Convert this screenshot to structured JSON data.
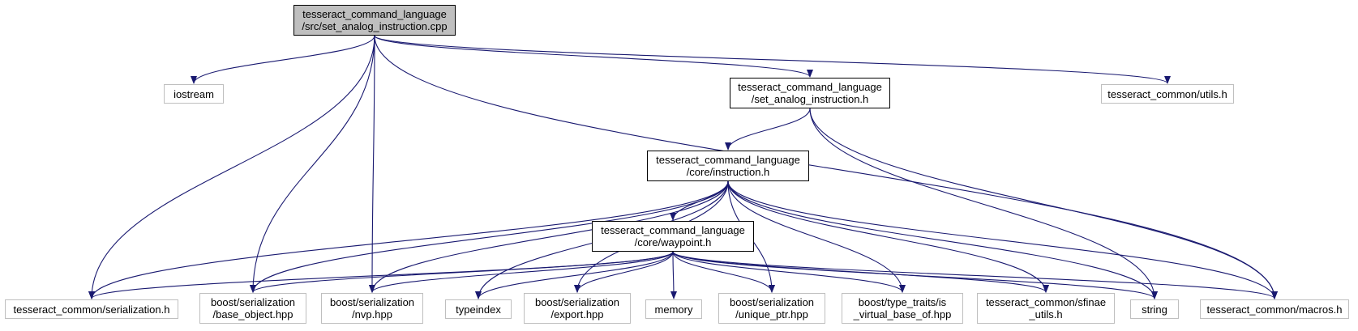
{
  "graph": {
    "edge_color": "#191970",
    "nodes": [
      {
        "id": "root",
        "lines": [
          "tesseract_command_language",
          "/src/set_analog_instruction.cpp"
        ],
        "style": "root"
      },
      {
        "id": "iostream",
        "lines": [
          "iostream"
        ],
        "style": "ext"
      },
      {
        "id": "set_analog_h",
        "lines": [
          "tesseract_command_language",
          "/set_analog_instruction.h"
        ],
        "style": "doc"
      },
      {
        "id": "utils_h",
        "lines": [
          "tesseract_common/utils.h"
        ],
        "style": "ext"
      },
      {
        "id": "instruction_h",
        "lines": [
          "tesseract_command_language",
          "/core/instruction.h"
        ],
        "style": "doc"
      },
      {
        "id": "waypoint_h",
        "lines": [
          "tesseract_command_language",
          "/core/waypoint.h"
        ],
        "style": "doc"
      },
      {
        "id": "serialization_h",
        "lines": [
          "tesseract_common/serialization.h"
        ],
        "style": "ext"
      },
      {
        "id": "base_object",
        "lines": [
          "boost/serialization",
          "/base_object.hpp"
        ],
        "style": "ext"
      },
      {
        "id": "nvp",
        "lines": [
          "boost/serialization",
          "/nvp.hpp"
        ],
        "style": "ext"
      },
      {
        "id": "typeindex",
        "lines": [
          "typeindex"
        ],
        "style": "ext"
      },
      {
        "id": "export",
        "lines": [
          "boost/serialization",
          "/export.hpp"
        ],
        "style": "ext"
      },
      {
        "id": "memory",
        "lines": [
          "memory"
        ],
        "style": "ext"
      },
      {
        "id": "unique_ptr",
        "lines": [
          "boost/serialization",
          "/unique_ptr.hpp"
        ],
        "style": "ext"
      },
      {
        "id": "virtual_base",
        "lines": [
          "boost/type_traits/is",
          "_virtual_base_of.hpp"
        ],
        "style": "ext"
      },
      {
        "id": "sfinae",
        "lines": [
          "tesseract_common/sfinae",
          "_utils.h"
        ],
        "style": "ext"
      },
      {
        "id": "string",
        "lines": [
          "string"
        ],
        "style": "ext"
      },
      {
        "id": "macros_h",
        "lines": [
          "tesseract_common/macros.h"
        ],
        "style": "ext"
      }
    ],
    "edges": [
      [
        "root",
        "iostream"
      ],
      [
        "root",
        "serialization_h"
      ],
      [
        "root",
        "base_object"
      ],
      [
        "root",
        "nvp"
      ],
      [
        "root",
        "set_analog_h"
      ],
      [
        "root",
        "utils_h"
      ],
      [
        "root",
        "macros_h"
      ],
      [
        "set_analog_h",
        "instruction_h"
      ],
      [
        "set_analog_h",
        "string"
      ],
      [
        "set_analog_h",
        "macros_h"
      ],
      [
        "instruction_h",
        "waypoint_h"
      ],
      [
        "instruction_h",
        "serialization_h"
      ],
      [
        "instruction_h",
        "base_object"
      ],
      [
        "instruction_h",
        "nvp"
      ],
      [
        "instruction_h",
        "typeindex"
      ],
      [
        "instruction_h",
        "export"
      ],
      [
        "instruction_h",
        "unique_ptr"
      ],
      [
        "instruction_h",
        "virtual_base"
      ],
      [
        "instruction_h",
        "sfinae"
      ],
      [
        "instruction_h",
        "string"
      ],
      [
        "instruction_h",
        "macros_h"
      ],
      [
        "waypoint_h",
        "serialization_h"
      ],
      [
        "waypoint_h",
        "base_object"
      ],
      [
        "waypoint_h",
        "nvp"
      ],
      [
        "waypoint_h",
        "typeindex"
      ],
      [
        "waypoint_h",
        "export"
      ],
      [
        "waypoint_h",
        "memory"
      ],
      [
        "waypoint_h",
        "unique_ptr"
      ],
      [
        "waypoint_h",
        "virtual_base"
      ],
      [
        "waypoint_h",
        "sfinae"
      ],
      [
        "waypoint_h",
        "string"
      ],
      [
        "waypoint_h",
        "macros_h"
      ]
    ]
  }
}
